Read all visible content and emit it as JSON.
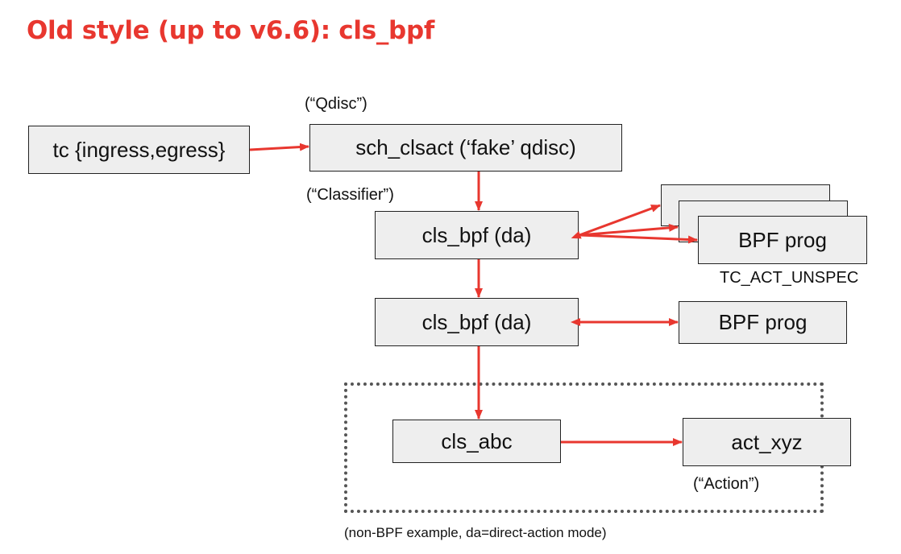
{
  "title": "Old style (up to v6.6): cls_bpf",
  "nodes": {
    "tc": "tc {ingress,egress}",
    "sch": "sch_clsact (‘fake’ qdisc)",
    "cls1": "cls_bpf (da)",
    "cls2": "cls_bpf (da)",
    "cls_abc": "cls_abc",
    "act_xyz": "act_xyz",
    "bpf_stack": "BPF prog",
    "bpf2": "BPF prog"
  },
  "labels": {
    "qdisc": "(“Qdisc”)",
    "classifier": "(“Classifier”)",
    "tc_act_unspec": "TC_ACT_UNSPEC",
    "action": "(“Action”)",
    "footnote": "(non-BPF example, da=direct-action mode)"
  },
  "colors": {
    "accent": "#e8372f",
    "box_fill": "#eeeeee",
    "border": "#222222"
  }
}
